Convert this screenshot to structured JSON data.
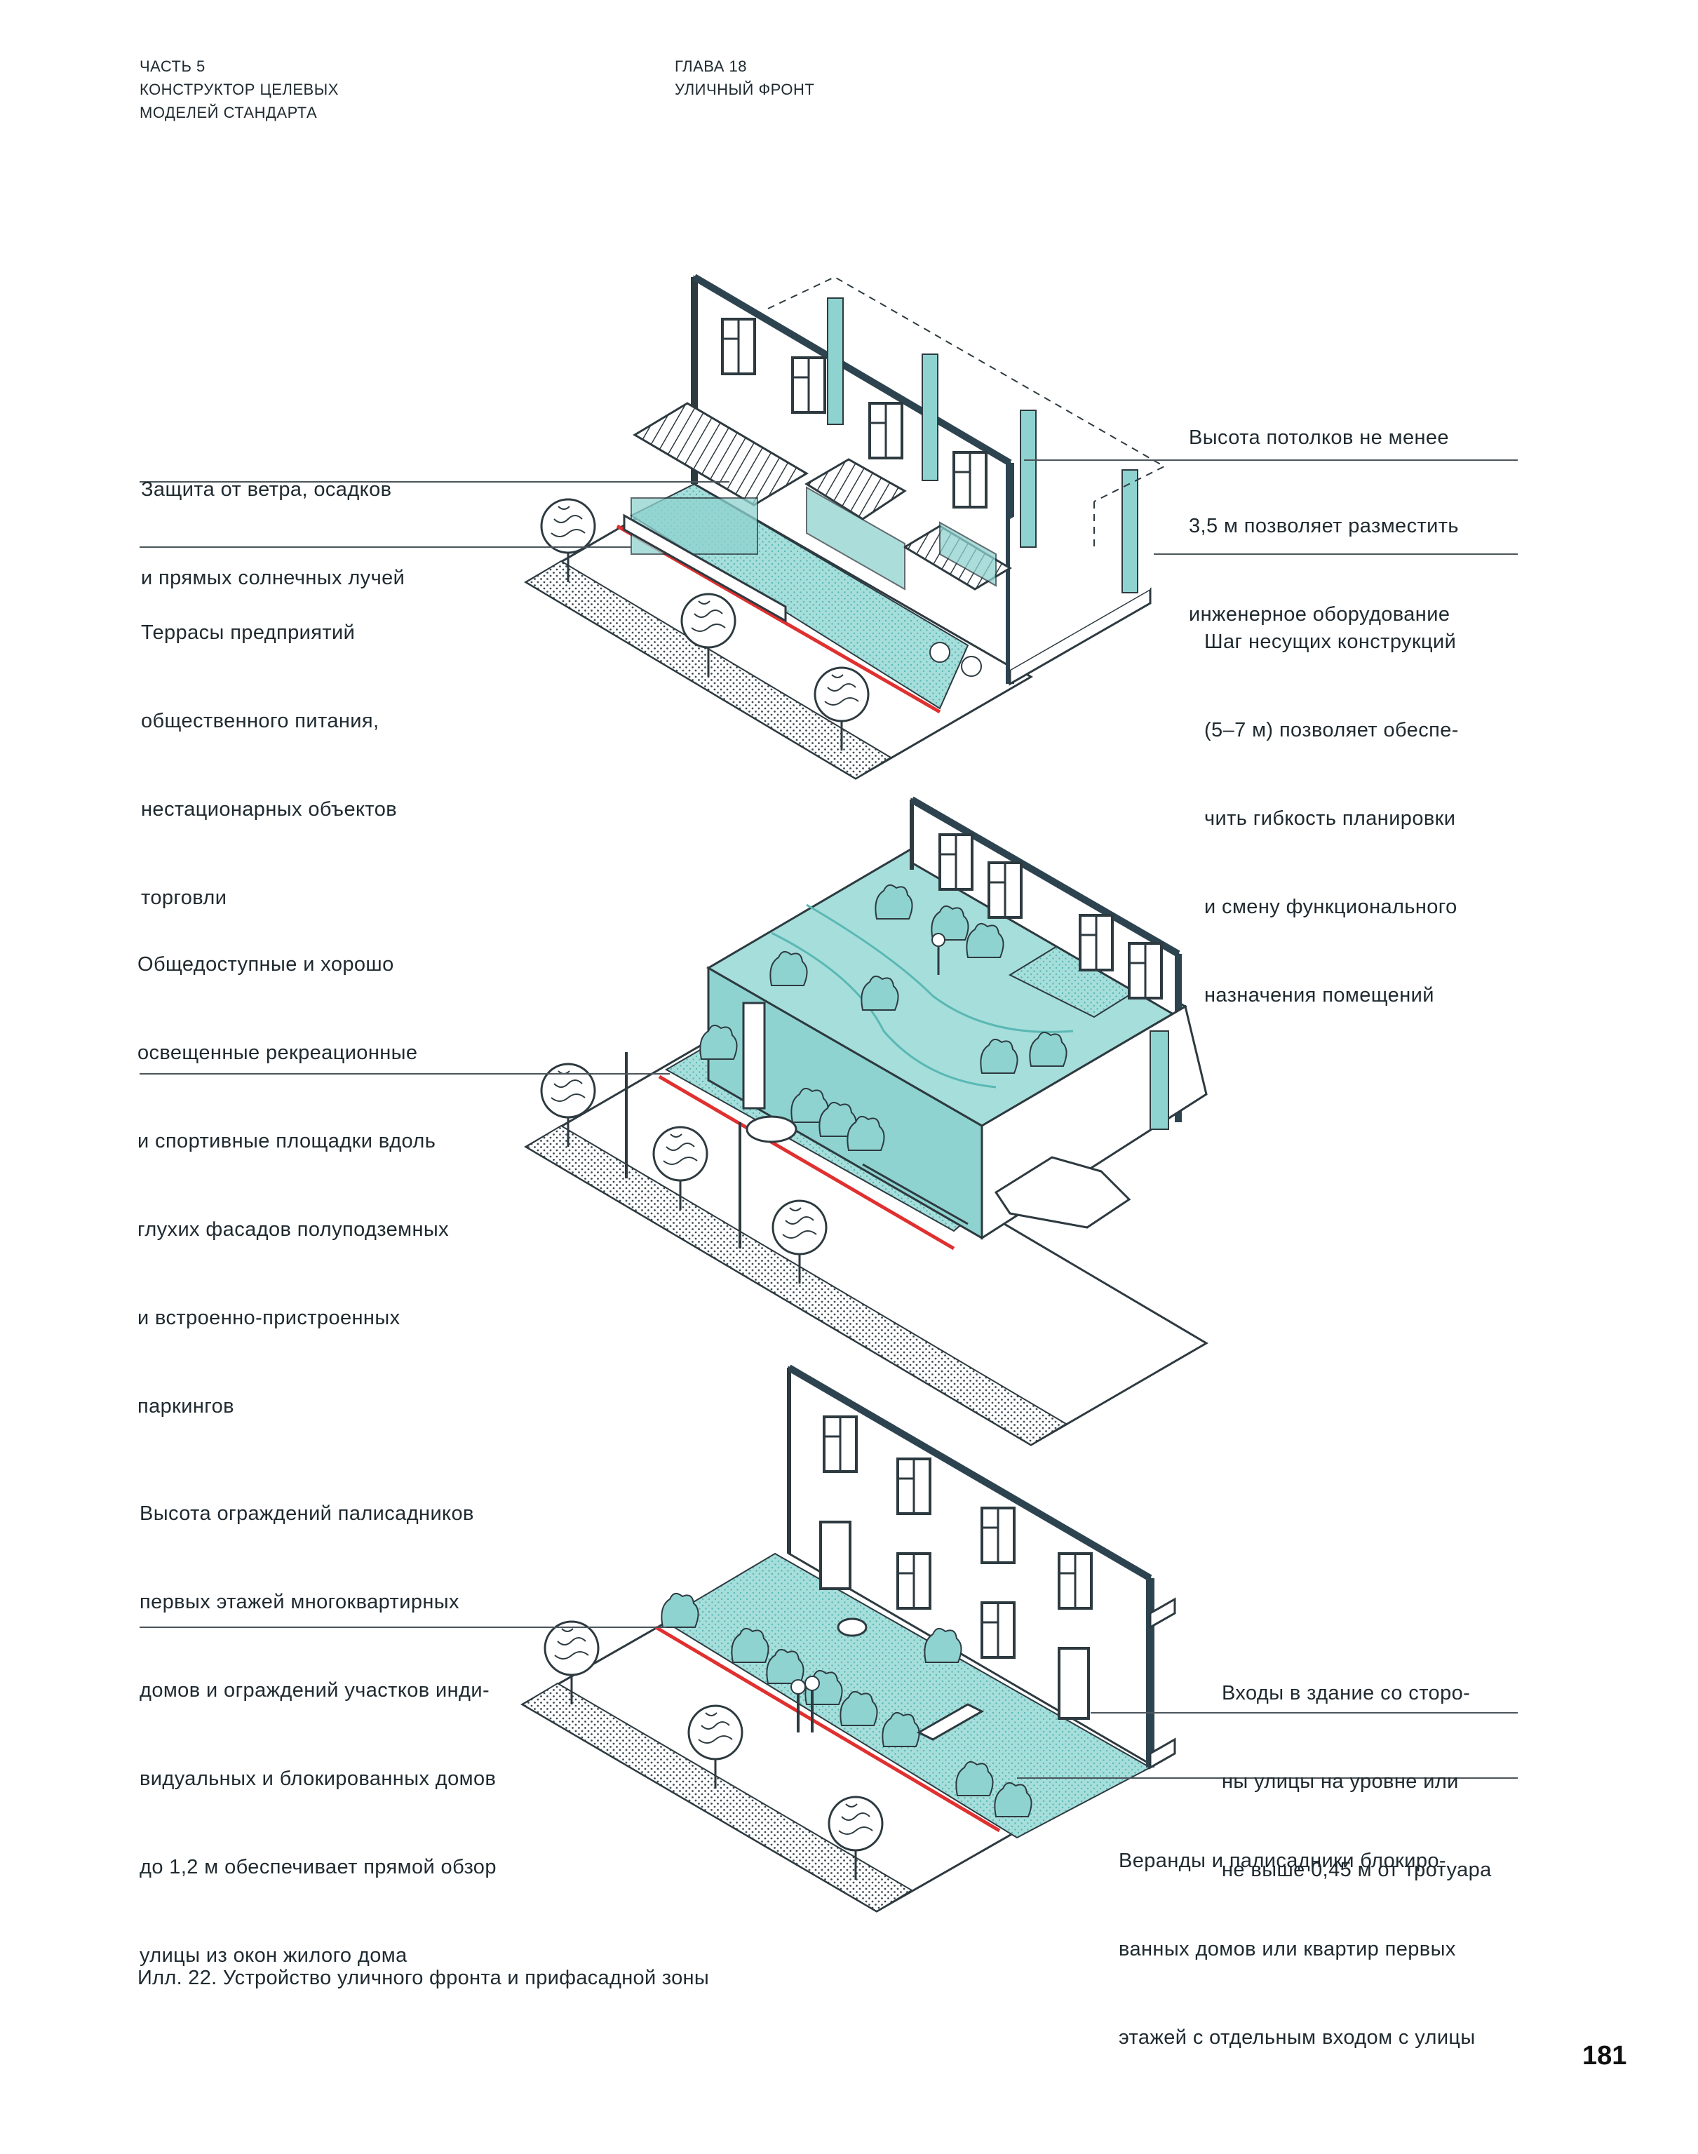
{
  "header": {
    "left": [
      "ЧАСТЬ 5",
      "КОНСТРУКТОР ЦЕЛЕВЫХ",
      "МОДЕЛЕЙ СТАНДАРТА"
    ],
    "right": [
      "ГЛАВА 18",
      "УЛИЧНЫЙ ФРОНТ"
    ]
  },
  "colors": {
    "teal": "#8fd3d0",
    "teal_dark": "#5ab8b4",
    "facade": "#2d4450",
    "red_line": "#e03030",
    "text": "#1f2a30"
  },
  "diagram1": {
    "labels": {
      "shelter": [
        "Защита от ветра, осадков",
        "и прямых солнечных лучей"
      ],
      "terraces": [
        "Террасы предприятий",
        "общественного питания,",
        "нестационарных объектов",
        "торговли"
      ],
      "ceiling": [
        "Высота потолков не менее",
        "3,5 м позволяет разместить",
        "инженерное оборудование"
      ],
      "structure": [
        "Шаг несущих конструкций",
        "(5–7 м) позволяет обеспе-",
        "чить гибкость планировки",
        "и смену функционального",
        "назначения помещений"
      ]
    }
  },
  "diagram2": {
    "labels": {
      "recreation": [
        "Общедоступные и хорошо",
        "освещенные рекреационные",
        "и спортивные площадки вдоль",
        "глухих фасадов полуподземных",
        "и встроенно-пристроенных",
        "паркингов"
      ]
    }
  },
  "diagram3": {
    "labels": {
      "fences": [
        "Высота ограждений палисадников",
        "первых этажей многоквартирных",
        "домов и ограждений участков инди-",
        "видуальных и блокированных домов",
        "до 1,2 м обеспечивает прямой обзор",
        "улицы из окон жилого дома"
      ],
      "entrances": [
        "Входы в здание со сторо-",
        "ны улицы на уровне или",
        "не выше 0,45 м от тротуара"
      ],
      "verandas": [
        "Веранды и палисадники блокиро-",
        "ванных домов или квартир первых",
        "этажей с отдельным входом с улицы"
      ]
    }
  },
  "figure_caption": "Илл. 22. Устройство уличного фронта и прифасадной зоны",
  "page_number": "181"
}
